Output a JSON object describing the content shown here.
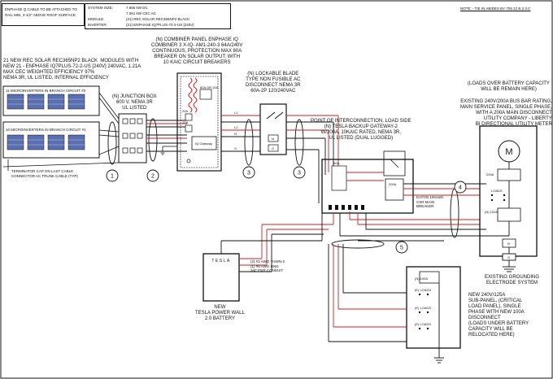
{
  "notes": {
    "top_left_box_lines": [
      "ENPHASE Q CABLE TO BE ATTACHED TO",
      "RAIL MIN, 3-1/2\" ABOVE ROOF SURFACE"
    ],
    "system_labels": [
      "SYSTEM SIZE:",
      "",
      "MODULE:",
      "INVERTER:"
    ],
    "system_values": [
      "7.665 kW DC",
      "7.061 kW CEC AC",
      "(21) REC SOLAR REC365NP2 BLACK",
      "(21) ENPHASE IQ7PLUS-72-2-US [240V]"
    ],
    "top_right_note": "NOTE: - TIE IN ABIDES BY 705.12 B.2.3.C"
  },
  "labels": {
    "modules": "21 NEW REC SOLAR REC365NP2 BLACK  MODULES WITH\nNEW 21 - ENPHASE IQ7PLUS-72-2-US [240V] 240VAC, 1.21A\nMAX CEC WEIGHTED EFFICIENCY 97%\nNEMA 3R, UL LISTED, INTERNAL EFFICIENCY",
    "branch2": "11 MICROINVERTERS IN BRANCH CIRCUIT #2",
    "branch1": "10 MICROINVERTERS IN BRANCH CIRCUIT #1",
    "termination": "TERMINATOR CAP ON LAST CABLE\nCONNECTOR AC TRUNK CABLE (TYP)",
    "junction": "(N) JUNCTION BOX\n600 V, NEMA 3R\nUL LISTED",
    "combiner": "(N) COMBINER PANEL ENPHASE IQ\nCOMBINER 3 X-IQ- AM1-240-3 64A/240V\nCONTINUOUS, PROTECTION MAX 80A\nBREAKER ON SOLAR OUTPUT; WITH\n10 KAIC CIRCUIT BREAKERS",
    "disconnect": "(N) LOCKABLE BLADE\nTYPE NON FUSIBLE AC\nDISCONNECT NEMA 3R\n60A-2P 120/240VAC",
    "gateway": "POINT OF INTERCONNECTION, LOAD SIDE\n(N) TESLA BACKUP GATEWAY-2\nW/200A, 10KAIC RATED, NEMA 3R,\nUL LISTED (DUAL LUGGED)",
    "loads_over": "(LOADS OVER BATTERY CAPACITY\nWILL BE REMAIN HERE)",
    "main_panel": "EXISTING 240V/200A BUS BAR RATING,\nMAIN SERVICE PANEL, SINGLE PHASE,\nWITH A 200A MAIN DISCONNECT\nUTILITY COMPANY - LIBERTY\nBI DIRECTIONAL UTILITY METER",
    "eaton": "EATON 100AMC\nCSR MAIN\nBREAKER",
    "conduit": "(2) #2 AWG THWN-2\n(1) #8 AWG GND\n3/4\" EMT CONDUIT",
    "powerwall": "NEW\nTESLA POWER WALL\n2.0 BATTERY",
    "tesla_logo": "TESLA",
    "grounding": "EXISTING GROUNDING\nELECTRODE SYSTEM",
    "subpanel": "NEW 240V/125A\nSUB-PANEL, (CRITICAL\nLOAD PANEL), SINGLE\nPHASE WITH NEW 100A\nDISCONNECT\n(LOADS UNDER BATTERY\nCAPACITY WILL BE\nRELOCATED HERE)",
    "sub_100a": "(N) 100A",
    "main_200a": "200A",
    "main_100a": "(N) 100A",
    "loads": "LOADS",
    "meter": "M",
    "n_mark": "N",
    "g_mark": "G",
    "combiner_breakers": [
      "20A",
      "20A"
    ],
    "combiner_main": "60A OR 15A",
    "combiner_gateway": "IQ Gateway",
    "disconnect_n": "N",
    "disconnect_g": "G",
    "l1": "L1",
    "l2": "L2",
    "n": "N",
    "g": "G",
    "gw_200a": "200A",
    "gw_60a": "60A",
    "sub_loads": [
      "(E) LOADS",
      "(E) LOADS",
      "(E) LOADS"
    ]
  },
  "callouts": [
    "1",
    "2",
    "3",
    "3",
    "4",
    "5"
  ],
  "colors": {
    "line": "#111111",
    "accent": "#d21e1e",
    "border": "#000000"
  }
}
